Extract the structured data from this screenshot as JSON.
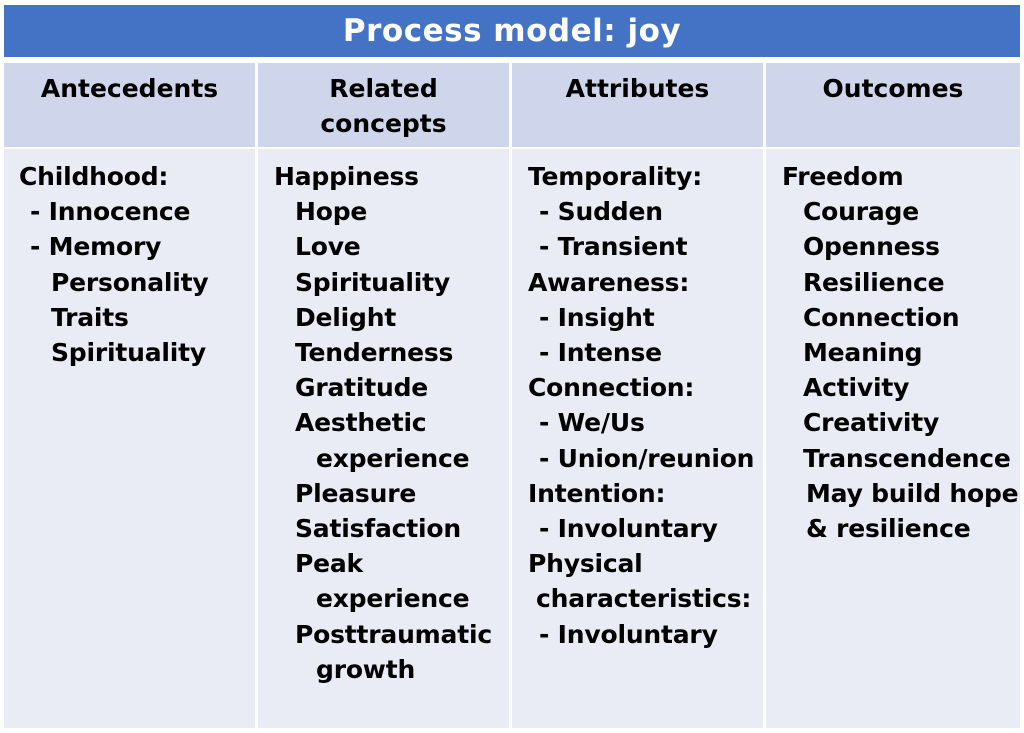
{
  "title": "Process model: joy",
  "headers": [
    "Antecedents",
    "Related\nconcepts",
    "Attributes",
    "Outcomes"
  ],
  "columns": {
    "antecedents": [
      "Childhood:",
      "-  Innocence",
      "-  Memory",
      "Personality",
      "Traits",
      "Spirituality"
    ],
    "related": [
      "Happiness",
      "Hope",
      "Love",
      "Spirituality",
      "Delight",
      "Tenderness",
      "Gratitude",
      "Aesthetic",
      "experience",
      "Pleasure",
      "Satisfaction",
      "Peak",
      "experience",
      "Posttraumatic",
      "growth"
    ],
    "attributes": [
      "Temporality:",
      "-  Sudden",
      "-  Transient",
      "Awareness:",
      "-  Insight",
      "-  Intense",
      "Connection:",
      "-  We/Us",
      "- Union/reunion",
      "Intention:",
      "- Involuntary",
      "Physical",
      "characteristics:",
      "- Involuntary"
    ],
    "outcomes": [
      "Freedom",
      "Courage",
      "Openness",
      "Resilience",
      "Connection",
      "Meaning",
      "Activity",
      "Creativity",
      "Transcendence",
      "May build hope",
      "& resilience"
    ]
  },
  "colors": {
    "title_bg": "#4472c4",
    "header_bg": "#cfd5ea",
    "body_bg": "#e9ebf5"
  }
}
